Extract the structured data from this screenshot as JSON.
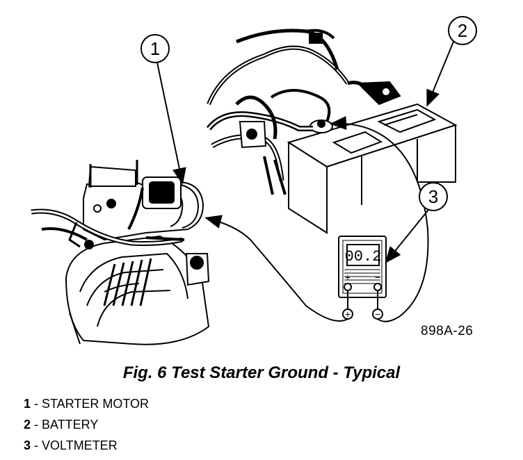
{
  "figure": {
    "callouts": [
      {
        "number": "1"
      },
      {
        "number": "2"
      },
      {
        "number": "3"
      }
    ],
    "voltmeter": {
      "display": "00.2",
      "plus_symbol": "+",
      "minus_symbol": "−"
    },
    "figure_code": "898A-26"
  },
  "caption": "Fig. 6 Test Starter Ground - Typical",
  "legend": [
    {
      "number": "1",
      "label": " - STARTER MOTOR"
    },
    {
      "number": "2",
      "label": " - BATTERY"
    },
    {
      "number": "3",
      "label": " - VOLTMETER"
    }
  ]
}
